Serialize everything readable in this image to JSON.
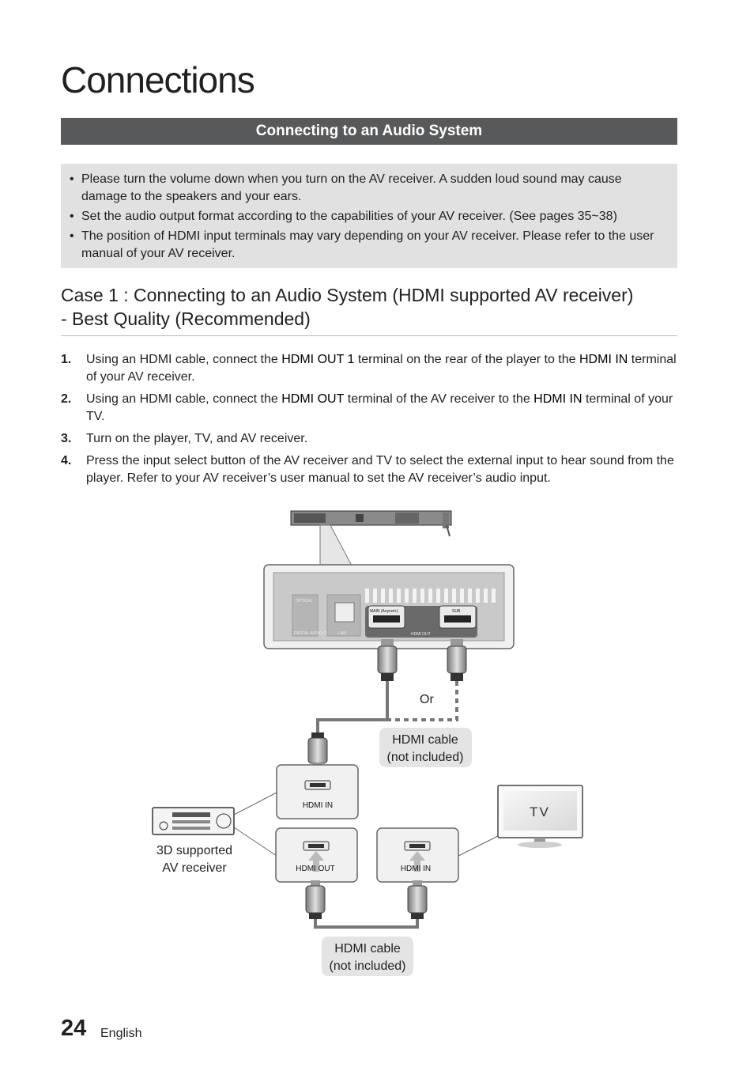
{
  "page": {
    "title": "Connections",
    "section_title": "Connecting to an Audio System",
    "page_number": "24",
    "language": "English"
  },
  "notes": [
    "Please turn the volume down when you turn on the AV receiver. A sudden loud sound may cause damage to the speakers and your ears.",
    "Set the audio output format according to the capabilities of your AV receiver. (See pages 35~38)",
    "The position of HDMI input terminals may vary depending on your AV receiver. Please refer to the user manual of your AV receiver."
  ],
  "case": {
    "heading_line1": "Case 1 : Connecting to an Audio System (HDMI supported AV receiver)",
    "heading_line2": "- Best Quality (Recommended)"
  },
  "steps": [
    {
      "num": "1.",
      "p1": "Using an HDMI cable, connect the ",
      "b1": "HDMI OUT 1",
      "p2": " terminal on the rear of the player to the ",
      "b2": "HDMI IN",
      "p3": " terminal of your AV receiver."
    },
    {
      "num": "2.",
      "p1": "Using an HDMI cable, connect the ",
      "b1": "HDMI OUT",
      "p2": " terminal of the AV receiver to the ",
      "b2": "HDMI IN",
      "p3": " terminal of your TV."
    },
    {
      "num": "3.",
      "text": "Turn on the player, TV, and AV receiver."
    },
    {
      "num": "4.",
      "text": "Press the input select button of the AV receiver and TV to select the external input to hear sound from the player. Refer to your AV receiver’s user manual to set the AV receiver’s audio input."
    }
  ],
  "diagram": {
    "player_labels": {
      "optical": "OPTICAL",
      "digital_audio_out": "DIGITAL AUDIO OUT",
      "lan": "LAN",
      "main_port": "MAIN (Anynet+)",
      "sub_port": "SUB",
      "hdmi_out": "HDMI OUT"
    },
    "or_label": "Or",
    "cable_label_top": [
      "HDMI cable",
      "(not included)"
    ],
    "cable_label_bottom": [
      "HDMI cable",
      "(not included)"
    ],
    "receiver_hdmi_in": "HDMI IN",
    "receiver_hdmi_out": "HDMI OUT",
    "tv_hdmi_in": "HDMI IN",
    "receiver_label": [
      "3D supported",
      "AV receiver"
    ],
    "tv_label": "TV"
  }
}
